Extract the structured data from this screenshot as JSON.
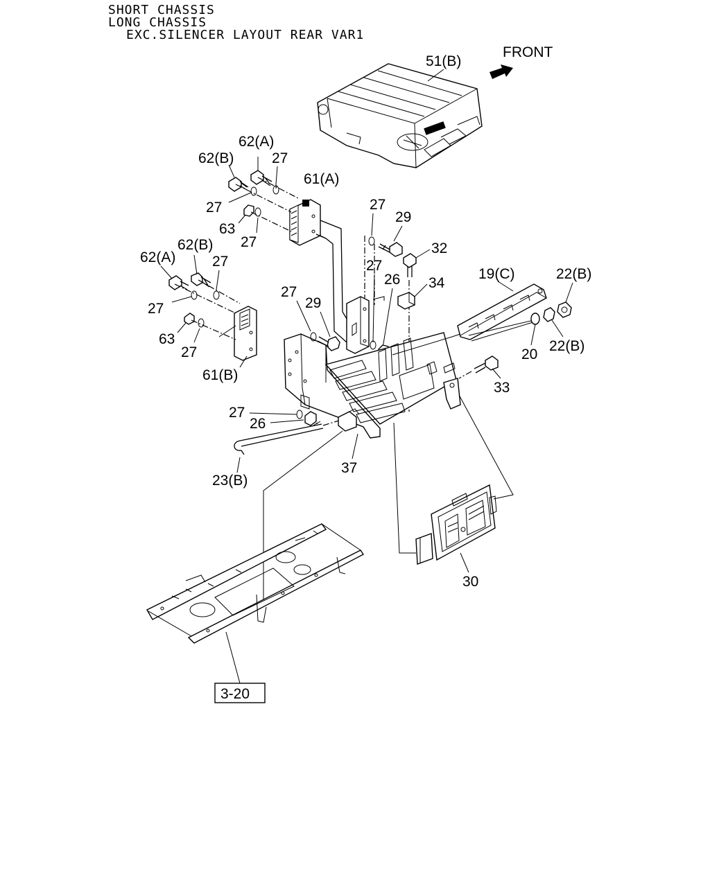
{
  "header": {
    "line1": "SHORT CHASSIS",
    "line2": "LONG CHASSIS",
    "line3": "EXC.SILENCER LAYOUT REAR VAR1"
  },
  "direction": {
    "label": "FRONT",
    "arrow_icon": "front-arrow-icon"
  },
  "callouts": {
    "c51b": "51(B)",
    "c62a_top": "62(A)",
    "c62b_top": "62(B)",
    "c27_a": "27",
    "c61a": "61(A)",
    "c27_b": "27",
    "c63_top": "63",
    "c27_c": "27",
    "c27_d": "27",
    "c29_top": "29",
    "c32": "32",
    "c27_e": "27",
    "c26_top": "26",
    "c34": "34",
    "c19c": "19(C)",
    "c22b_top": "22(B)",
    "c62b_left": "62(B)",
    "c62a_left": "62(A)",
    "c27_f": "27",
    "c27_g": "27",
    "c27_h": "27",
    "c29_mid": "29",
    "c63_left": "63",
    "c27_i": "27",
    "c61b": "61(B)",
    "c20": "20",
    "c22b_mid": "22(B)",
    "c33": "33",
    "c27_j": "27",
    "c26_low": "26",
    "c23b": "23(B)",
    "c37": "37",
    "c30": "30"
  },
  "reference_box": "3-20"
}
